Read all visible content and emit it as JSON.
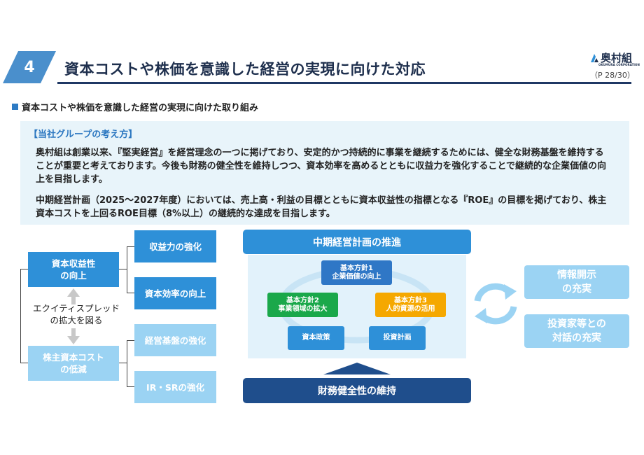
{
  "header": {
    "section_number": "4",
    "title": "資本コストや株価を意識した経営の実現に向けた対応",
    "logo_text": "奥村組",
    "logo_subtext": "OKUMURA CORPORATION",
    "page": "（P 28/30）"
  },
  "subheading": "資本コストや株価を意識した経営の実現に向けた取り組み",
  "philosophy": {
    "title": "【当社グループの考え方】",
    "paragraph1": "奥村組は創業以来、『堅実経営』を経営理念の一つに掲げており、安定的かつ持続的に事業を継続するためには、健全な財務基盤を維持することが重要と考えております。今後も財務の健全性を維持しつつ、資本効率を高めるとともに収益力を強化することで継続的な企業価値の向上を目指します。",
    "paragraph2": "中期経営計画（2025～2027年度）においては、売上高・利益の目標とともに資本収益性の指標となる『ROE』の目標を掲げており、株主資本コストを上回るROE目標（8%以上）の継続的な達成を目指します。"
  },
  "left_diagram": {
    "capital_profitability": "資本収益性\nの向上",
    "cost_of_equity": "株主資本コスト\nの低減",
    "equity_spread": "エクイティスプレッド\nの拡大を図る",
    "items": [
      "収益力の強化",
      "資本効率の向上",
      "経営基盤の強化",
      "IR・SRの強化"
    ]
  },
  "center_diagram": {
    "header": "中期経営計画の推進",
    "policy1": "基本方針1\n企業価値の向上",
    "policy2": "基本方針2\n事業領域の拡大",
    "policy3": "基本方針3\n人的資源の活用",
    "capital_policy": "資本政策",
    "investment_plan": "投資計画",
    "foundation": "財務健全性の維持"
  },
  "right_diagram": {
    "disclosure": "情報開示\nの充実",
    "dialogue": "投資家等との\n対話の充実"
  },
  "colors": {
    "primary_blue": "#2e90d8",
    "light_blue": "#9bd3f3",
    "navy": "#1f4e8c",
    "green": "#1aa84a",
    "orange": "#f5a800"
  }
}
